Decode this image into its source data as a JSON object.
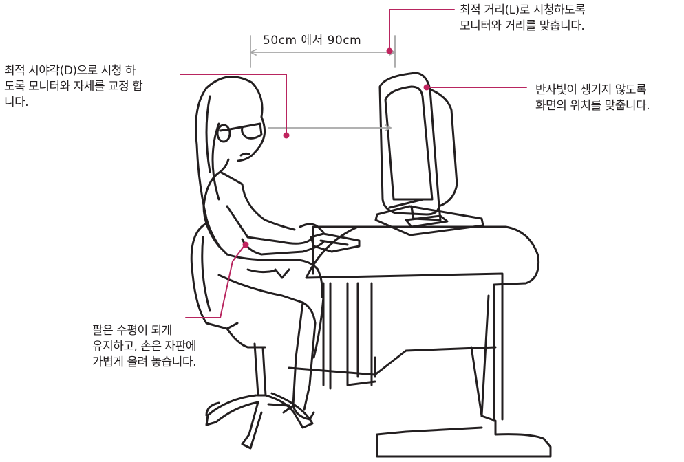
{
  "annotations": {
    "distance": {
      "title": "최적 거리(L)로 시청하도록\n모니터와 거리를 맞춥니다.",
      "range": "50cm 에서  90cm"
    },
    "viewing_angle": "최적 시야각(D)으로 시청 하\n도록 모니터와 자세를 교정 합\n니다.",
    "reflection": "반사빛이 생기지 않도록\n화면의 위치를 맞춥니다.",
    "arm": "팔은 수평이 되게\n유지하고, 손은 자판에\n가볍게 올려 놓습니다."
  },
  "colors": {
    "leader": "#b8255f",
    "dot": "#c0245e",
    "measure": "#a6a6a6",
    "drawing": "#231f20"
  }
}
